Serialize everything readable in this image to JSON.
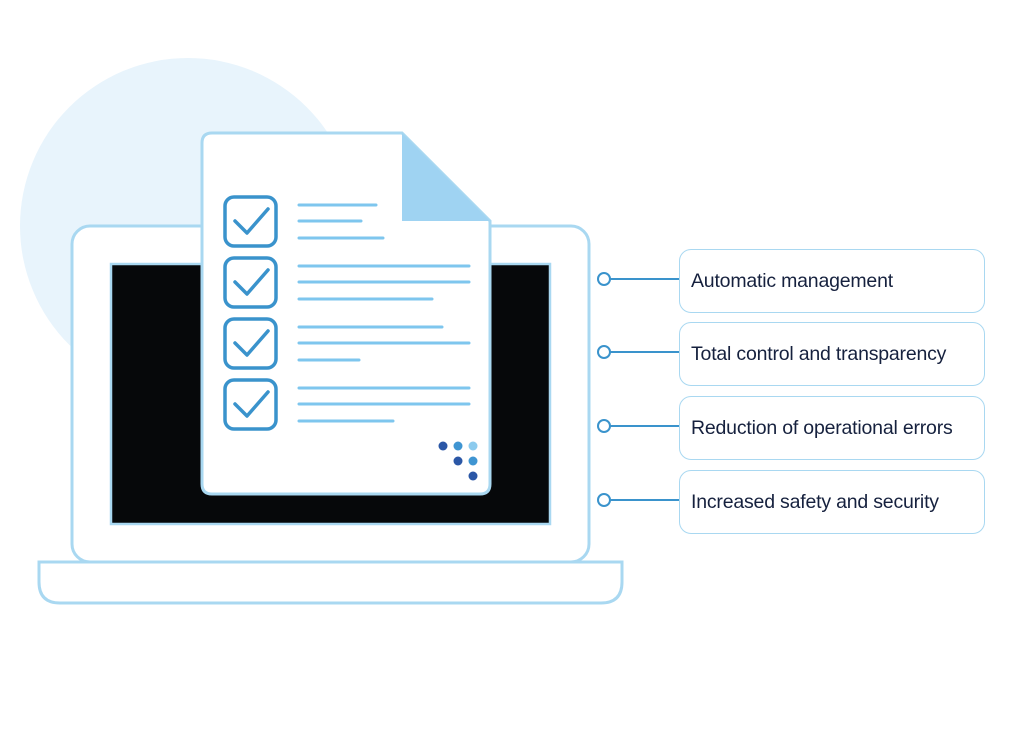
{
  "features": [
    {
      "label": "Automatic management"
    },
    {
      "label": "Total control and transparency"
    },
    {
      "label": "Reduction of operational errors"
    },
    {
      "label": "Increased safety and security"
    }
  ],
  "colors": {
    "outline": "#a9d8f1",
    "accent": "#3a93cc",
    "line": "#7ec6ee",
    "screen": "#06080a",
    "dog_ear": "#9fd3f2",
    "dot_dark": "#2b57a6",
    "dot_mid": "#3f95d2",
    "dot_light": "#8ccbee",
    "text": "#16213e"
  },
  "icons": [
    "checkbox-icon",
    "document-icon",
    "laptop-icon",
    "dots-logo-icon"
  ]
}
